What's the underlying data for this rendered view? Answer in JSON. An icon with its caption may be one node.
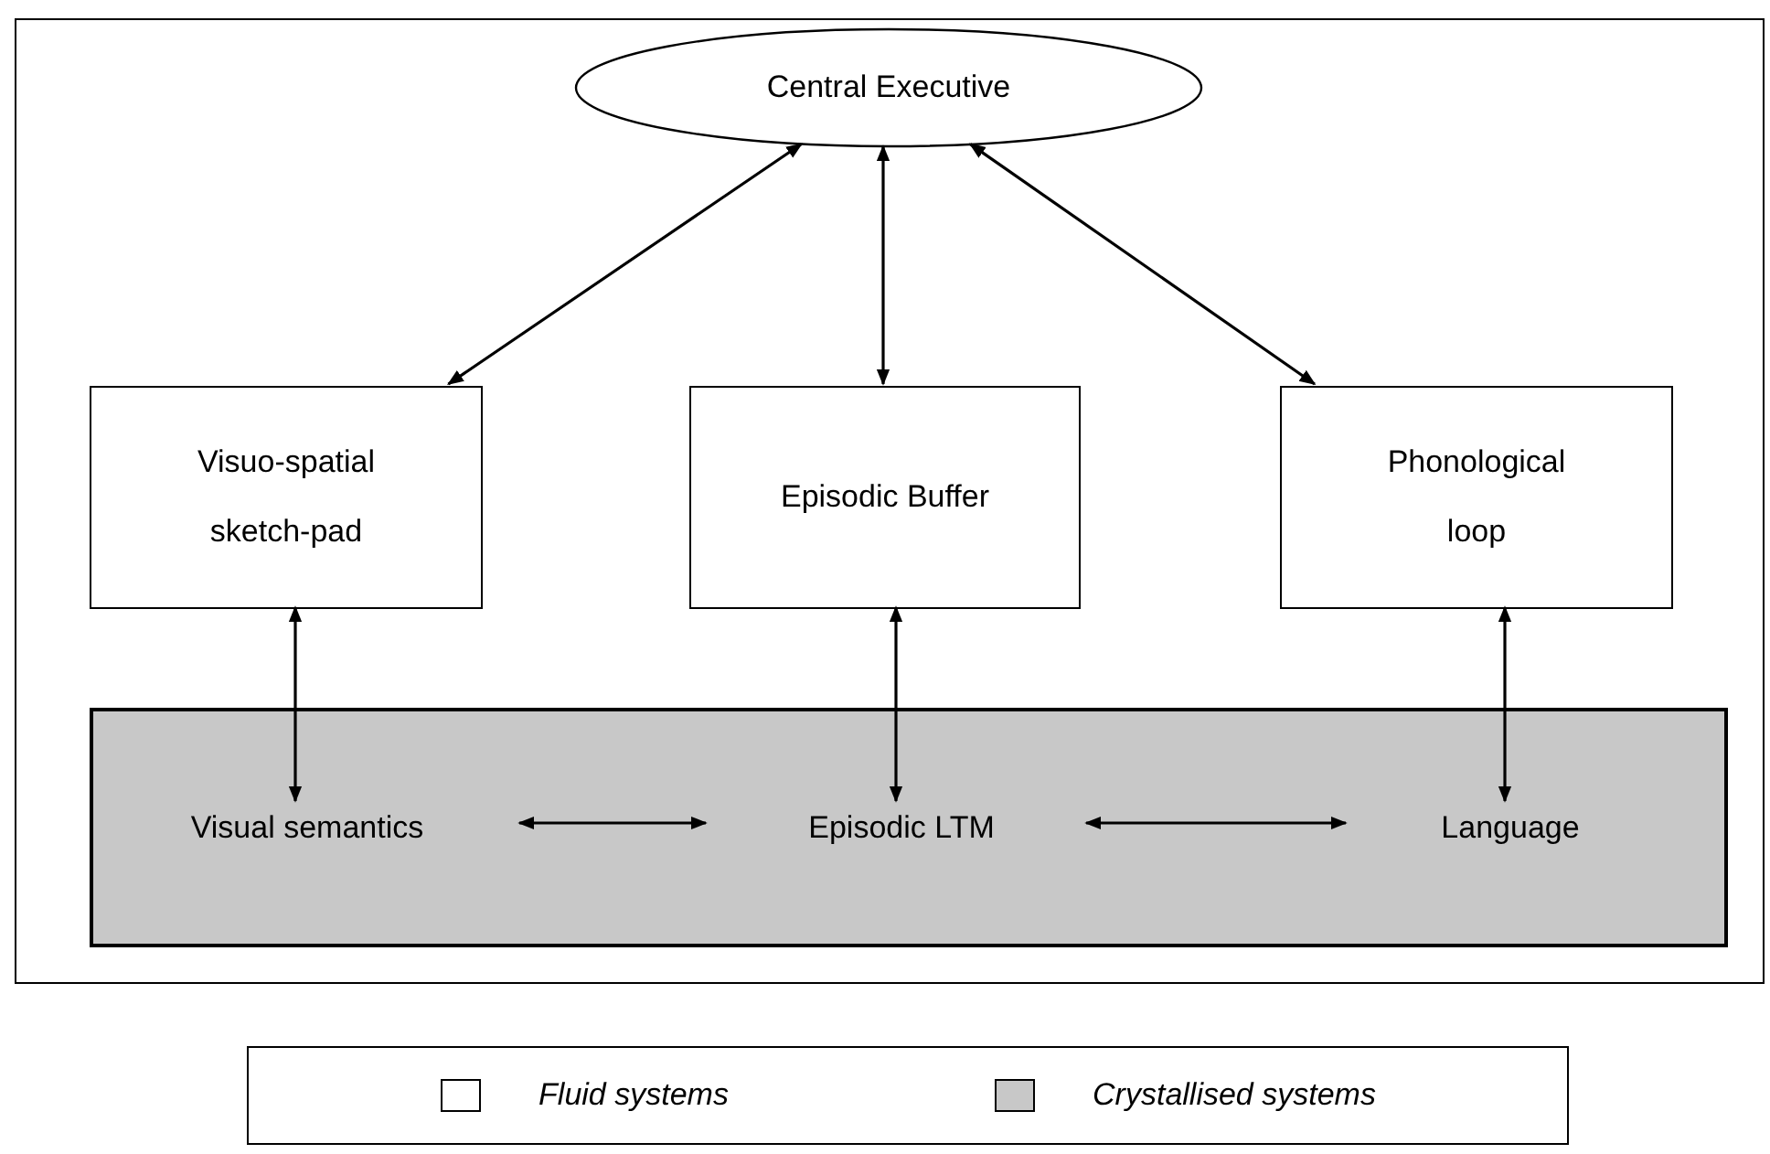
{
  "diagram": {
    "nodes": [
      {
        "text": [],
        "shape": "box"
      },
      {
        "text": [
          "Central Executive"
        ],
        "in": 0
      },
      {
        "text": [
          "Visuo-spatial sketch-pad"
        ],
        "in": 0
      },
      {
        "text": [
          "Episodic Buffer"
        ],
        "in": 0
      },
      {
        "text": [
          "Phonological loop"
        ],
        "in": 0
      },
      {
        "text": [],
        "shape": "box",
        "in": 0
      },
      {
        "text": [
          "Visual semantics"
        ],
        "in": 5
      },
      {
        "text": [
          "Episodic LTM"
        ],
        "in": 5
      },
      {
        "text": [
          "Language"
        ],
        "in": 5
      }
    ],
    "edges": [
      {
        "from": 1,
        "to": 2,
        "arrow": "both"
      },
      {
        "from": 1,
        "to": 3,
        "arrow": "both"
      },
      {
        "from": 1,
        "to": 4,
        "arrow": "both"
      },
      {
        "from": 2,
        "to": 6,
        "arrow": "both"
      },
      {
        "from": 3,
        "to": 7,
        "arrow": "both"
      },
      {
        "from": 4,
        "to": 8,
        "arrow": "both"
      },
      {
        "from": 6,
        "to": 7,
        "arrow": "both"
      },
      {
        "from": 7,
        "to": 8,
        "arrow": "both"
      }
    ],
    "legend": [
      {
        "text": "Fluid systems",
        "color": "#ffffff"
      },
      {
        "text": "Crystallised systems",
        "color": "#c8c8c8"
      }
    ]
  }
}
